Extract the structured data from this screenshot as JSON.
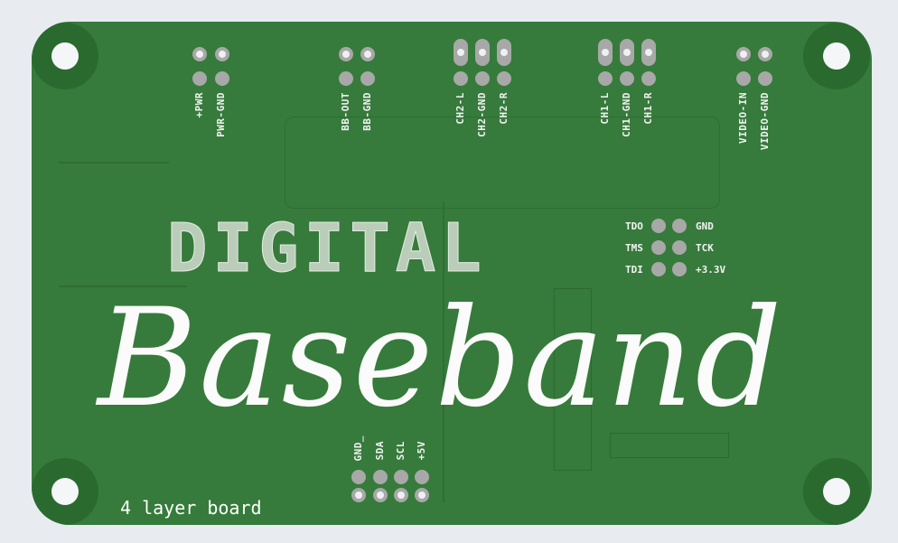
{
  "board": {
    "title": "Baseband",
    "subtitle": "DIGITAL",
    "note": "4 layer board",
    "color": "#367b3b",
    "silkscreen": "#f2f2f2"
  },
  "top_connectors": [
    {
      "labels": [
        "+PWR",
        "PWR-GND"
      ]
    },
    {
      "labels": [
        "BB-OUT",
        "BB-GND"
      ]
    },
    {
      "labels": [
        "CH2-L",
        "CH2-GND",
        "CH2-R"
      ]
    },
    {
      "labels": [
        "CH1-L",
        "CH1-GND",
        "CH1-R"
      ]
    },
    {
      "labels": [
        "VIDEO-IN",
        "VIDEO-GND"
      ]
    }
  ],
  "jtag": {
    "left": [
      "TDO",
      "TMS",
      "TDI"
    ],
    "right": [
      "GND",
      "TCK",
      "+3.3V"
    ]
  },
  "i2c_header": {
    "labels": [
      "GND_",
      "SDA",
      "SCL",
      "+5V"
    ]
  }
}
